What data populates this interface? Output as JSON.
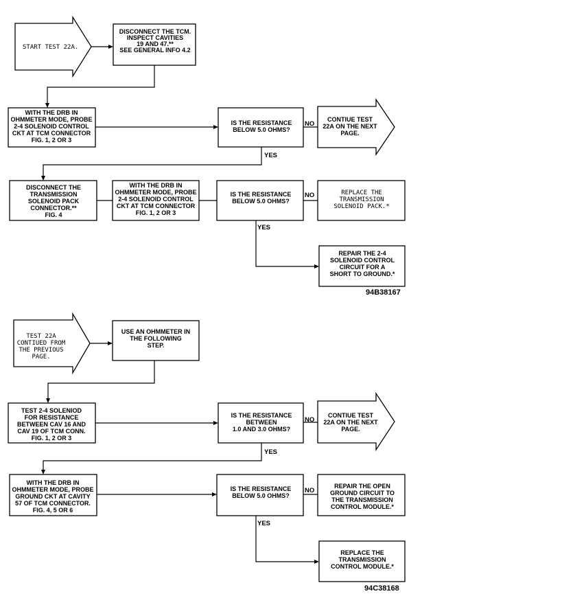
{
  "part1": {
    "start": [
      "START TEST 22A."
    ],
    "disconnect_tcm": [
      "DISCONNECT THE TCM.",
      "INSPECT CAVITIES",
      "19 AND 47.**",
      "",
      "SEE GENERAL INFO 4.2"
    ],
    "probe_24": [
      "WITH THE DRB IN",
      "OHMMETER MODE, PROBE",
      "2-4 SOLENOID CONTROL",
      "CKT AT TCM CONNECTOR",
      "FIG. 1, 2 OR 3"
    ],
    "q_resistance_1": [
      "IS THE RESISTANCE",
      "BELOW 5.0 OHMS?"
    ],
    "continue_next": [
      "CONTIUE TEST",
      "22A ON THE NEXT",
      "PAGE."
    ],
    "disconnect_pack": [
      "DISCONNECT THE",
      "TRANSMISSION",
      "SOLENOID PACK",
      "CONNECTOR.**",
      "FIG. 4"
    ],
    "probe_24_b": [
      "WITH THE DRB IN",
      "OHMMETER MODE, PROBE",
      "2-4 SOLENOID CONTROL",
      "CKT AT TCM CONNECTOR",
      "FIG. 1, 2 OR 3"
    ],
    "q_resistance_2": [
      "IS THE RESISTANCE",
      "BELOW 5.0 OHMS?"
    ],
    "replace_pack": [
      "REPLACE THE",
      "TRANSMISSION",
      "SOLENOID PACK.*"
    ],
    "repair_short": [
      "REPAIR THE 2-4",
      "SOLENOID CONTROL",
      "CIRCUIT FOR A",
      "SHORT TO GROUND.*"
    ],
    "code": "94B38167"
  },
  "part2": {
    "start": [
      "TEST 22A",
      "CONTIUED FROM",
      "THE PREVIOUS",
      "PAGE."
    ],
    "use_ohmmeter": [
      "USE AN OHMMETER IN",
      "THE FOLLOWING",
      "STEP."
    ],
    "test_solenoid": [
      "TEST 2-4 SOLENIOD",
      "FOR RESISTANCE",
      "BETWEEN CAV 16 AND",
      "CAV 19 OF TCM CONN.",
      "FIG. 1, 2 OR 3"
    ],
    "q_between": [
      "IS THE RESISTANCE",
      "BETWEEN",
      "1.0 AND 3.0 OHMS?"
    ],
    "continue_next": [
      "CONTIUE TEST",
      "22A ON THE NEXT",
      "PAGE."
    ],
    "probe_ground": [
      "WITH THE DRB IN",
      "OHMMETER MODE, PROBE",
      "GROUND CKT AT CAVITY",
      "57 OF TCM CONNECTOR.",
      "FIG. 4, 5 OR 6"
    ],
    "q_resistance_3": [
      "IS THE RESISTANCE",
      "BELOW 5.0 OHMS?"
    ],
    "repair_open": [
      "REPAIR THE OPEN",
      "GROUND CIRCUIT TO",
      "THE TRANSMISSION",
      "CONTROL MODULE.*"
    ],
    "replace_tcm": [
      "REPLACE THE",
      "TRANSMISSION",
      "CONTROL MODULE.*"
    ],
    "code": "94C38168"
  },
  "labels": {
    "yes": "YES",
    "no": "NO"
  }
}
